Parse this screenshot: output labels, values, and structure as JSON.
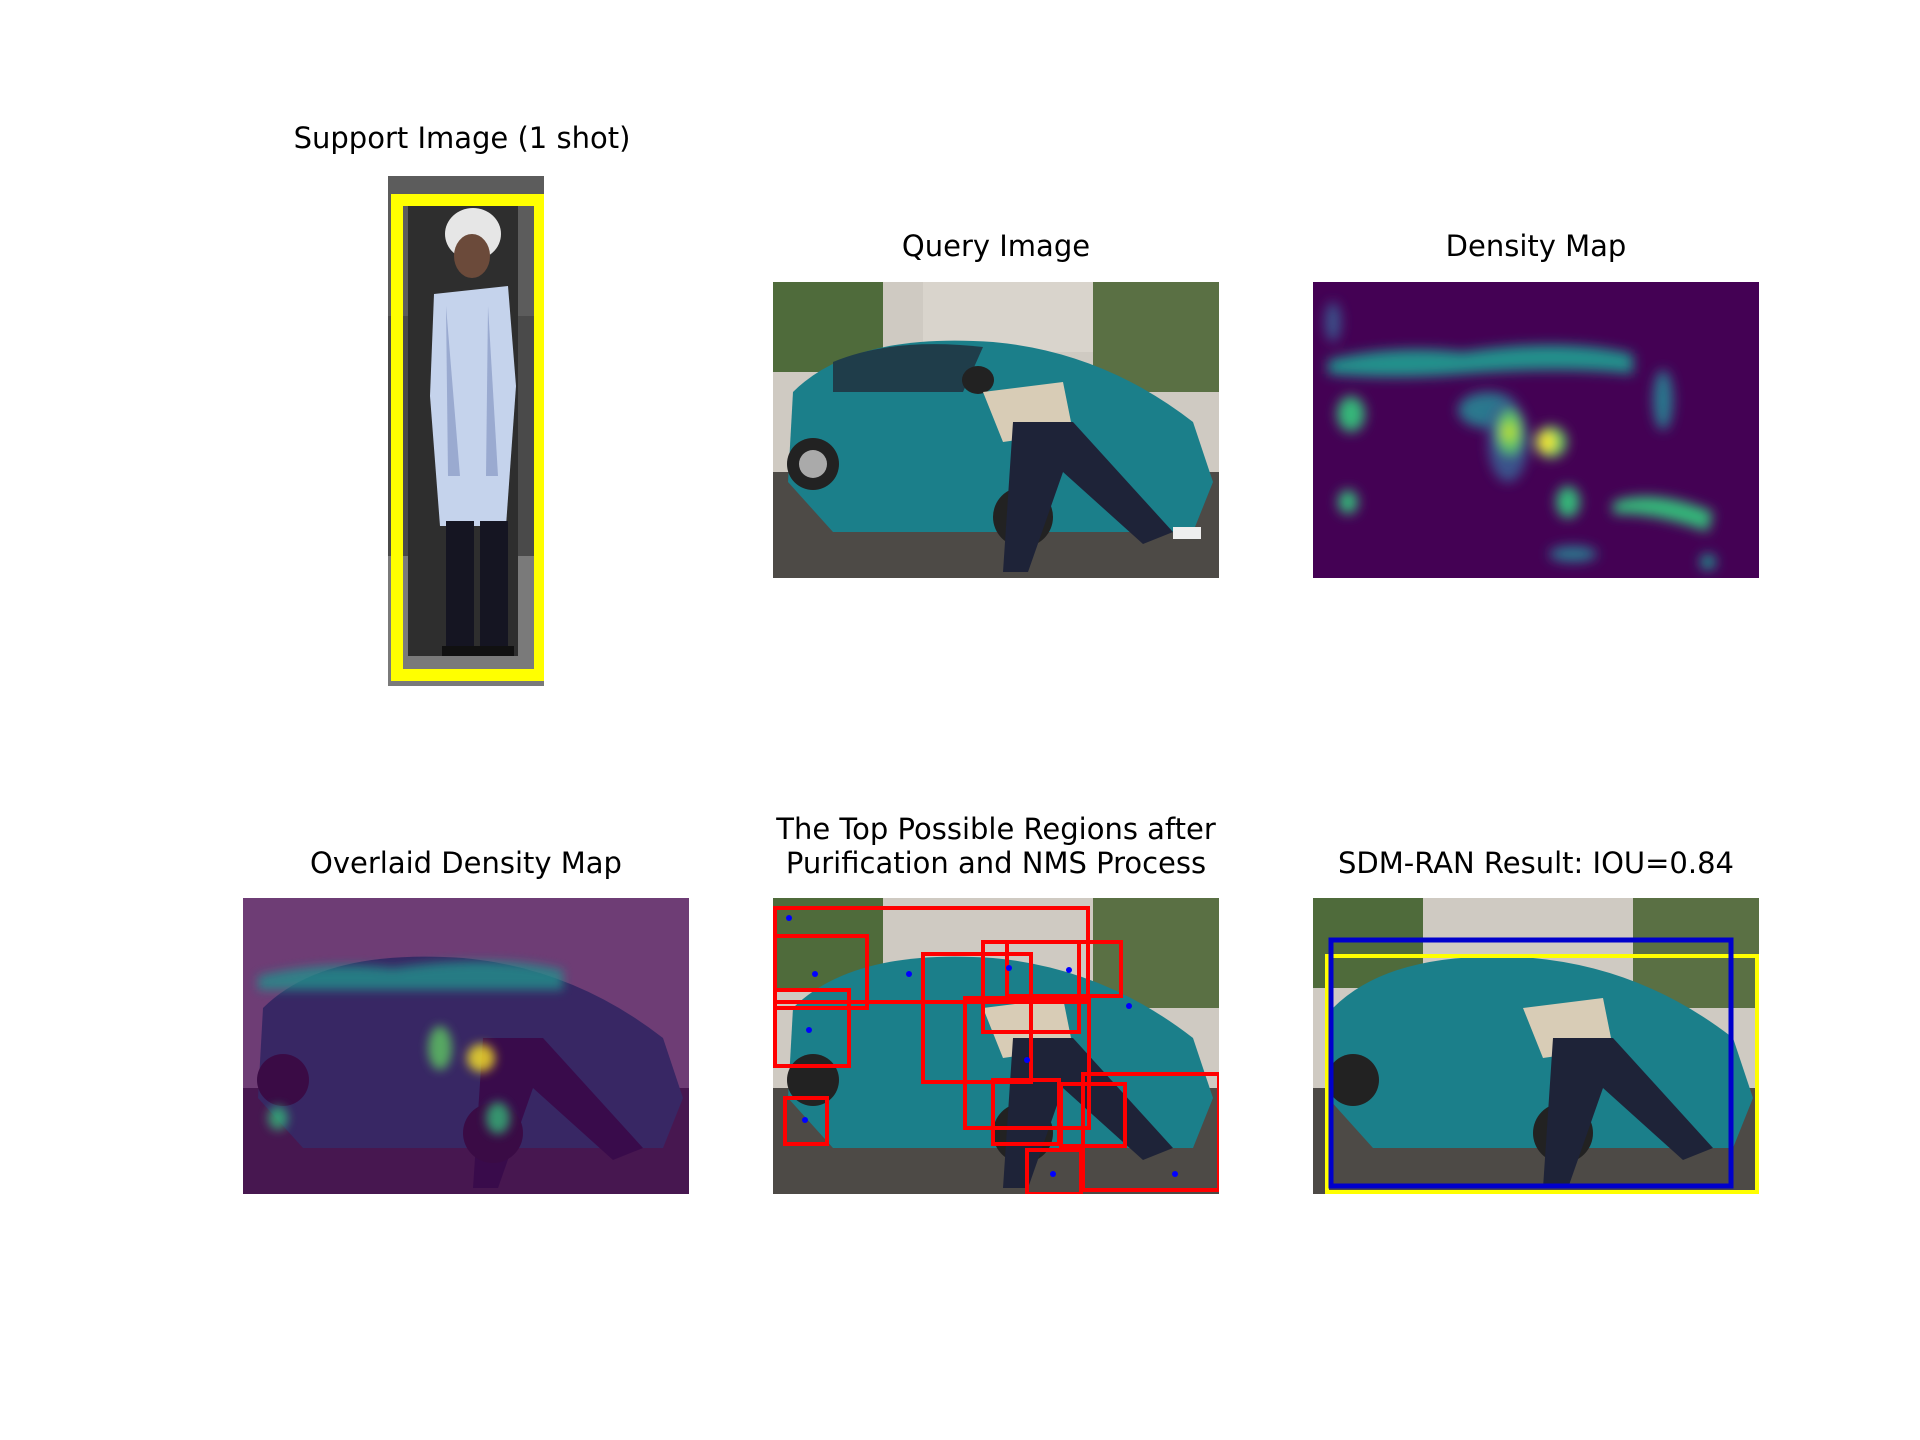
{
  "panels": {
    "support": {
      "title": "Support Image (1 shot)"
    },
    "query": {
      "title": "Query Image"
    },
    "density": {
      "title": "Density Map"
    },
    "overlaid": {
      "title": "Overlaid Density Map"
    },
    "regions": {
      "title_line1": "The Top Possible Regions after",
      "title_line2": "Purification and NMS Process"
    },
    "result": {
      "title": "SDM-RAN Result: IOU=0.84"
    }
  },
  "colors": {
    "support_box": "#ffff00",
    "region_box": "#ff0000",
    "region_point": "#0000ff",
    "result_prediction_box": "#0000cc",
    "result_ground_truth_box": "#ffff00",
    "density_background": "#440154"
  },
  "icons": {
    "support": "person-in-lab-coat-photo",
    "query": "person-lying-on-teal-car-photo",
    "density": "viridis-heatmap",
    "overlaid": "heatmap-over-photo",
    "regions": "photo-with-candidate-boxes",
    "result": "photo-with-final-boxes"
  }
}
